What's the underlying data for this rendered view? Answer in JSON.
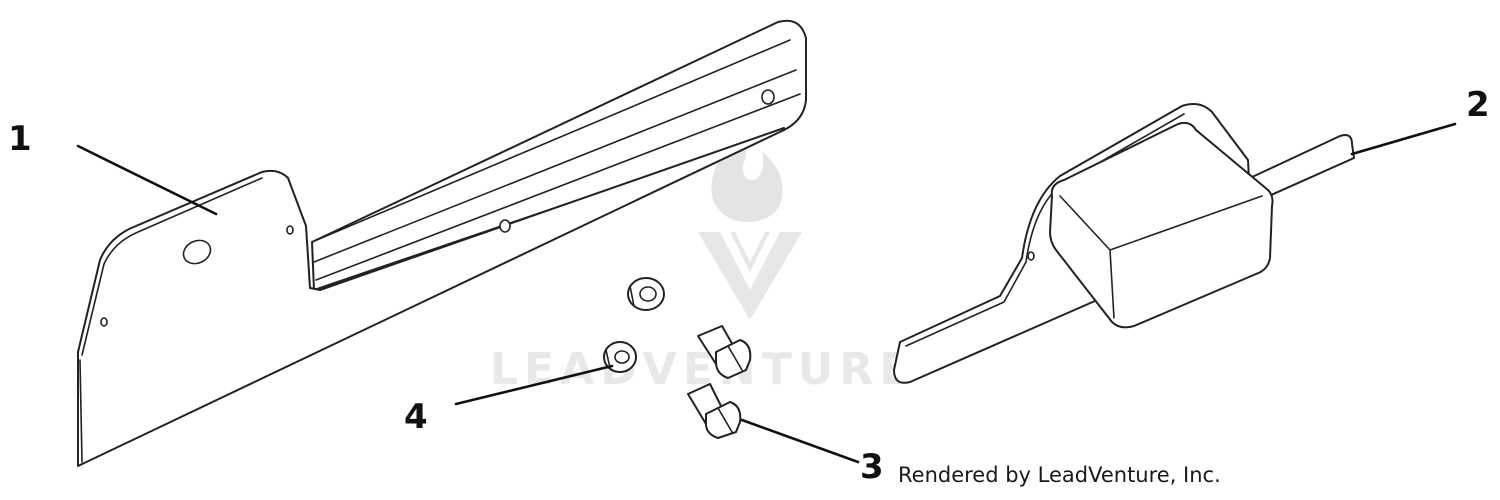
{
  "diagram": {
    "callouts": [
      {
        "id": "1",
        "label": "1"
      },
      {
        "id": "2",
        "label": "2"
      },
      {
        "id": "3",
        "label": "3"
      },
      {
        "id": "4",
        "label": "4"
      }
    ],
    "credit": "Rendered by LeadVenture, Inc.",
    "watermark": "LEADVENTURE"
  },
  "colors": {
    "line": "#222222",
    "watermark": "#d9d9d9",
    "background": "#ffffff"
  }
}
